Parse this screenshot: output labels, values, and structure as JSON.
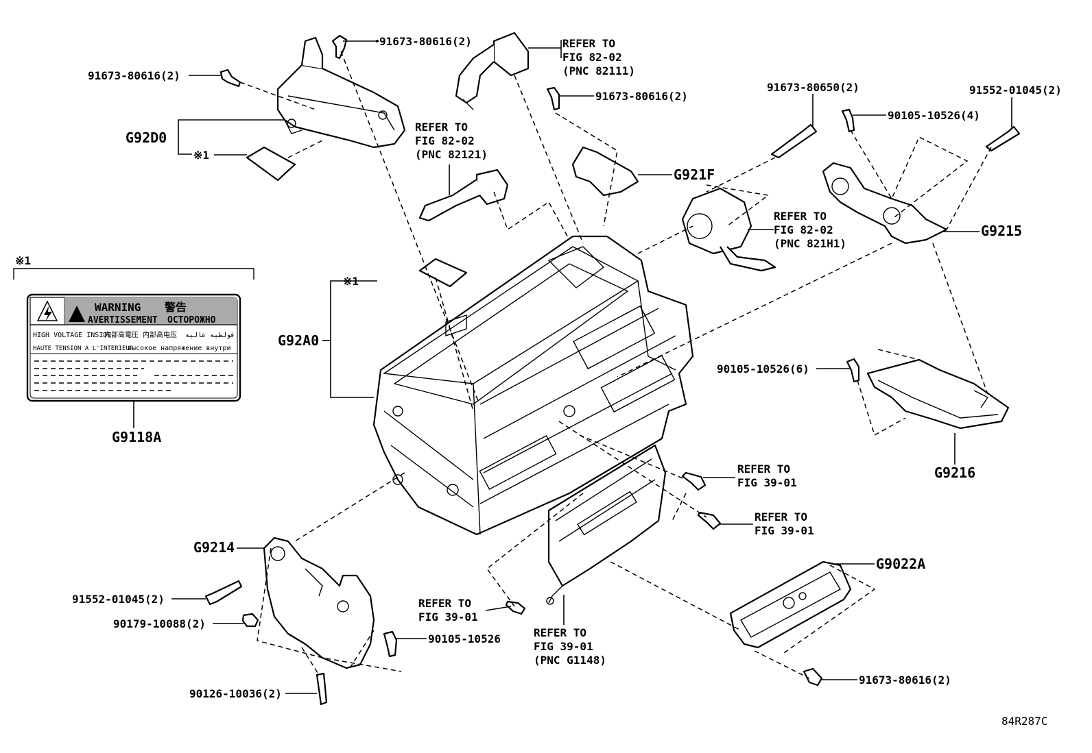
{
  "callouts": {
    "c01": "91673-80616(2)",
    "c02": "91673-80616(2)",
    "c03": "91673-80616(2)",
    "c04": "91673-80650(2)",
    "c05": "91552-01045(2)",
    "c06": "90105-10526(4)",
    "c07": "90105-10526(6)",
    "c08": "91552-01045(2)",
    "c09": "90179-10088(2)",
    "c10": "90105-10526",
    "c11": "90126-10036(2)",
    "c12": "91673-80616(2)"
  },
  "refs": {
    "r1": [
      "REFER TO",
      "FIG 82-02",
      "(PNC 82111)"
    ],
    "r2": [
      "REFER TO",
      "FIG 82-02",
      "(PNC 82121)"
    ],
    "r3": [
      "REFER TO",
      "FIG 82-02",
      "(PNC 821H1)"
    ],
    "r4": [
      "REFER TO",
      "FIG 39-01"
    ],
    "r5": [
      "REFER TO",
      "FIG 39-01"
    ],
    "r6": [
      "REFER TO",
      "FIG 39-01"
    ],
    "r7": [
      "REFER TO",
      "FIG 39-01",
      "(PNC G1148)"
    ]
  },
  "parts": {
    "g92d0": "G92D0",
    "g921f": "G921F",
    "g9215": "G9215",
    "g92a0": "G92A0",
    "g9216": "G9216",
    "g9118a": "G9118A",
    "g9214": "G9214",
    "g9022a": "G9022A"
  },
  "note_mark": "※1",
  "warning_label": {
    "line1": "WARNING",
    "line1_cjk": "警告",
    "line2": "AVERTISSEMENT",
    "line2_ru": "ОСТОРОЖНО",
    "line3": "HIGH VOLTAGE INSIDE",
    "line3_cjk": "内部高電圧",
    "line3_cjk2": "内部高电压",
    "line3_ar": "فولطية عالية",
    "line4": "HAUTE TENSION A L'INTERIEUR",
    "line4_ru": "высокое напряжение внутри"
  },
  "figure_id": "84R287C"
}
